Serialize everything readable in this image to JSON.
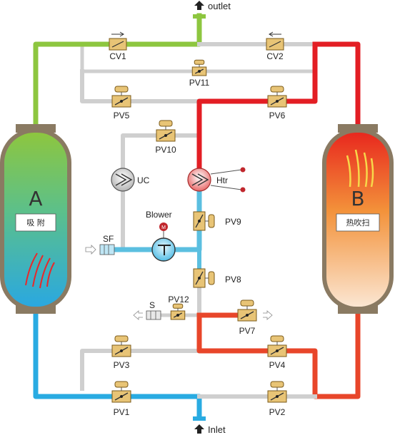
{
  "ports": {
    "outlet": "outlet",
    "inlet": "Inlet"
  },
  "towers": {
    "a": {
      "letter": "A",
      "label": "吸 附"
    },
    "b": {
      "letter": "B",
      "label": "热吹扫"
    }
  },
  "valves": {
    "cv1": "CV1",
    "cv2": "CV2",
    "pv11": "PV11",
    "pv5": "PV5",
    "pv6": "PV6",
    "pv10": "PV10",
    "pv9": "PV9",
    "pv8": "PV8",
    "pv12": "PV12",
    "pv7": "PV7",
    "pv3": "PV3",
    "pv4": "PV4",
    "pv1": "PV1",
    "pv2": "PV2"
  },
  "components": {
    "uc": "UC",
    "heater": "Htr",
    "blower": "Blower",
    "motor": "M",
    "sf": "SF",
    "silencer": "S"
  },
  "colors": {
    "green": "#8dc63f",
    "red": "#e31e24",
    "blue": "#29abe2",
    "orange_red": "#e8462a",
    "gray": "#cfcfcf",
    "valve": "#e8c476",
    "valve_stroke": "#7a5a1a"
  }
}
